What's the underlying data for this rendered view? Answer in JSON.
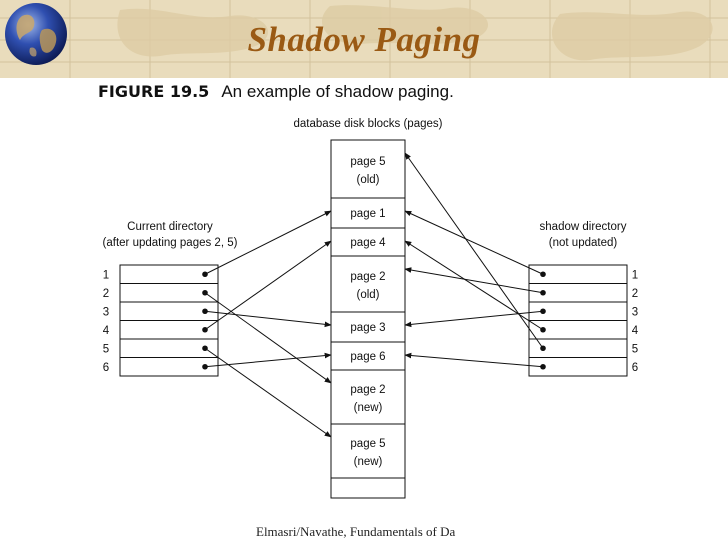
{
  "slide": {
    "title": "Shadow Paging",
    "figure_number": "FIGURE 19.5",
    "figure_caption": "An example of shadow paging.",
    "footer": "Elmasri/Navathe, Fundamentals of Da"
  },
  "diagram": {
    "disk_heading": "database disk blocks (pages)",
    "current_directory": {
      "label_line1": "Current directory",
      "label_line2": "(after updating pages 2, 5)",
      "entry_numbers": [
        "1",
        "2",
        "3",
        "4",
        "5",
        "6"
      ]
    },
    "shadow_directory": {
      "label_line1": "shadow directory",
      "label_line2": "(not updated)",
      "entry_numbers": [
        "1",
        "2",
        "3",
        "4",
        "5",
        "6"
      ]
    },
    "pages": [
      {
        "line1": "page 5",
        "line2": "(old)"
      },
      {
        "line1": "page 1",
        "line2": ""
      },
      {
        "line1": "page 4",
        "line2": ""
      },
      {
        "line1": "page 2",
        "line2": "(old)"
      },
      {
        "line1": "page 3",
        "line2": ""
      },
      {
        "line1": "page 6",
        "line2": ""
      },
      {
        "line1": "page 2",
        "line2": "(new)"
      },
      {
        "line1": "page 5",
        "line2": "(new)"
      },
      {
        "line1": "",
        "line2": ""
      }
    ],
    "current_pointers": [
      1,
      6,
      4,
      2,
      7,
      5
    ],
    "shadow_pointers": [
      1,
      3,
      4,
      2,
      0,
      5
    ]
  }
}
